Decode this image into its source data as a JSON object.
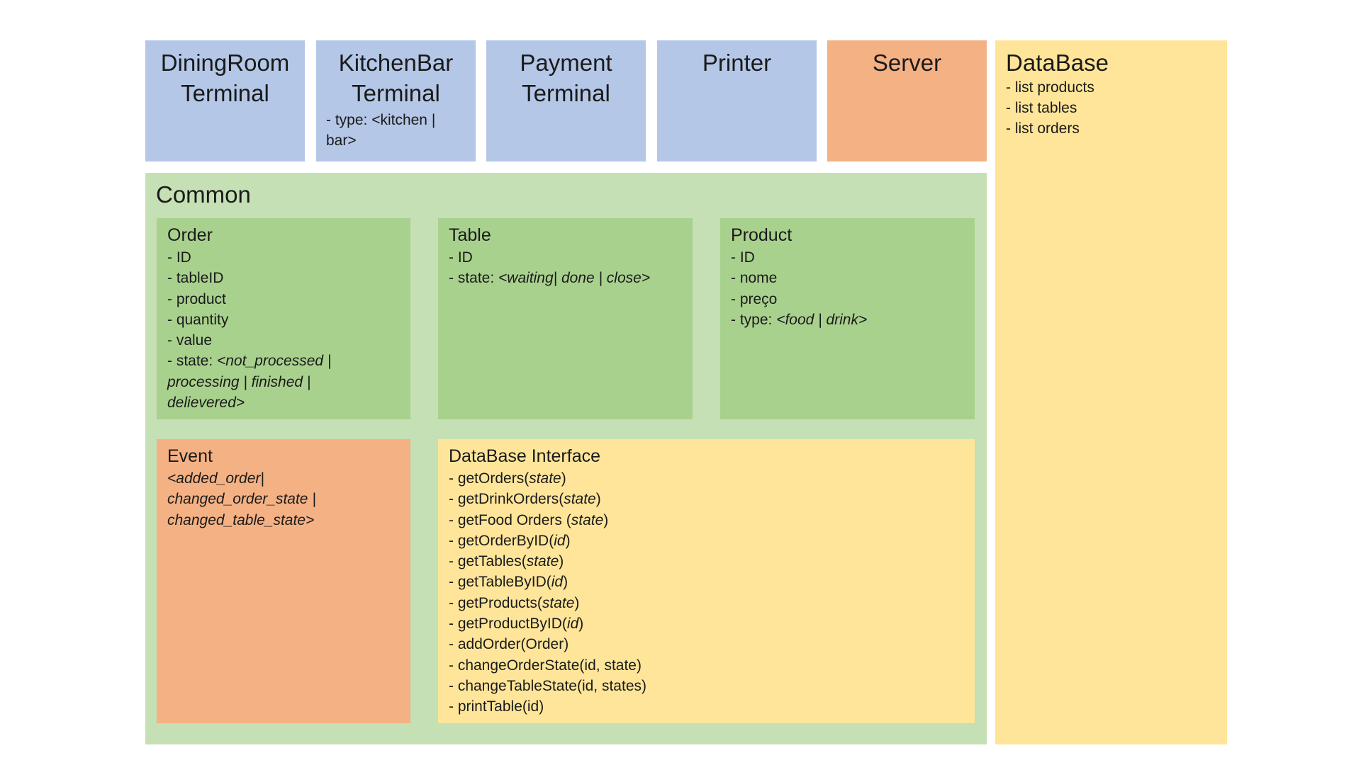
{
  "terminals": [
    {
      "id": "diningroom",
      "title": "DiningRoom\nTerminal",
      "note": ""
    },
    {
      "id": "kitchenbar",
      "title": "KitchenBar\nTerminal",
      "note": "- type: <kitchen | bar>"
    },
    {
      "id": "payment",
      "title": "Payment\nTerminal",
      "note": ""
    },
    {
      "id": "printer",
      "title": "Printer",
      "note": ""
    },
    {
      "id": "server",
      "title": "Server",
      "note": ""
    }
  ],
  "database": {
    "title": "DataBase",
    "items": [
      "- list products",
      "- list tables",
      "- list orders"
    ]
  },
  "common": {
    "title": "Common",
    "order": {
      "title": "Order",
      "lines": [
        "- ID",
        "- tableID",
        "- product",
        "- quantity",
        "- value"
      ],
      "state_prefix": "- state: ",
      "state_values": [
        "<not_processed |",
        "processing | finished |",
        "delievered>"
      ]
    },
    "table": {
      "title": "Table",
      "lines": [
        "- ID"
      ],
      "state_prefix": "- state: ",
      "state_value": "<waiting| done | close>"
    },
    "product": {
      "title": "Product",
      "lines": [
        "- ID",
        "- nome",
        "- preço"
      ],
      "type_prefix": "- type: ",
      "type_value": "<food | drink>"
    },
    "event": {
      "title": "Event",
      "lines": [
        "<added_order|",
        "changed_order_state |",
        "changed_table_state>"
      ]
    },
    "db_interface": {
      "title": "DataBase Interface",
      "methods": [
        {
          "name": "- getOrders(",
          "arg": "state",
          "end": ")"
        },
        {
          "name": "- getDrinkOrders(",
          "arg": "state",
          "end": ")"
        },
        {
          "name": "- getFood Orders (",
          "arg": "state",
          "end": ")"
        },
        {
          "name": "- getOrderByID(",
          "arg": "id",
          "end": ")"
        },
        {
          "name": "- getTables(",
          "arg": "state",
          "end": ")"
        },
        {
          "name": "- getTableByID(",
          "arg": "id",
          "end": ")"
        },
        {
          "name": "- getProducts(",
          "arg": "state",
          "end": ")"
        },
        {
          "name": "- getProductByID(",
          "arg": "id",
          "end": ")"
        },
        {
          "name": "- addOrder(Order)",
          "arg": "",
          "end": ""
        },
        {
          "name": "- changeOrderState(id, state)",
          "arg": "",
          "end": ""
        },
        {
          "name": "- changeTableState(id, states)",
          "arg": "",
          "end": ""
        },
        {
          "name": "- printTable(id)",
          "arg": "",
          "end": ""
        }
      ]
    }
  },
  "colors": {
    "terminal": "#b4c7e7",
    "server": "#f4b183",
    "database": "#ffe599",
    "common": "#c5e0b4",
    "entity": "#a9d18e",
    "event": "#f4b183"
  }
}
